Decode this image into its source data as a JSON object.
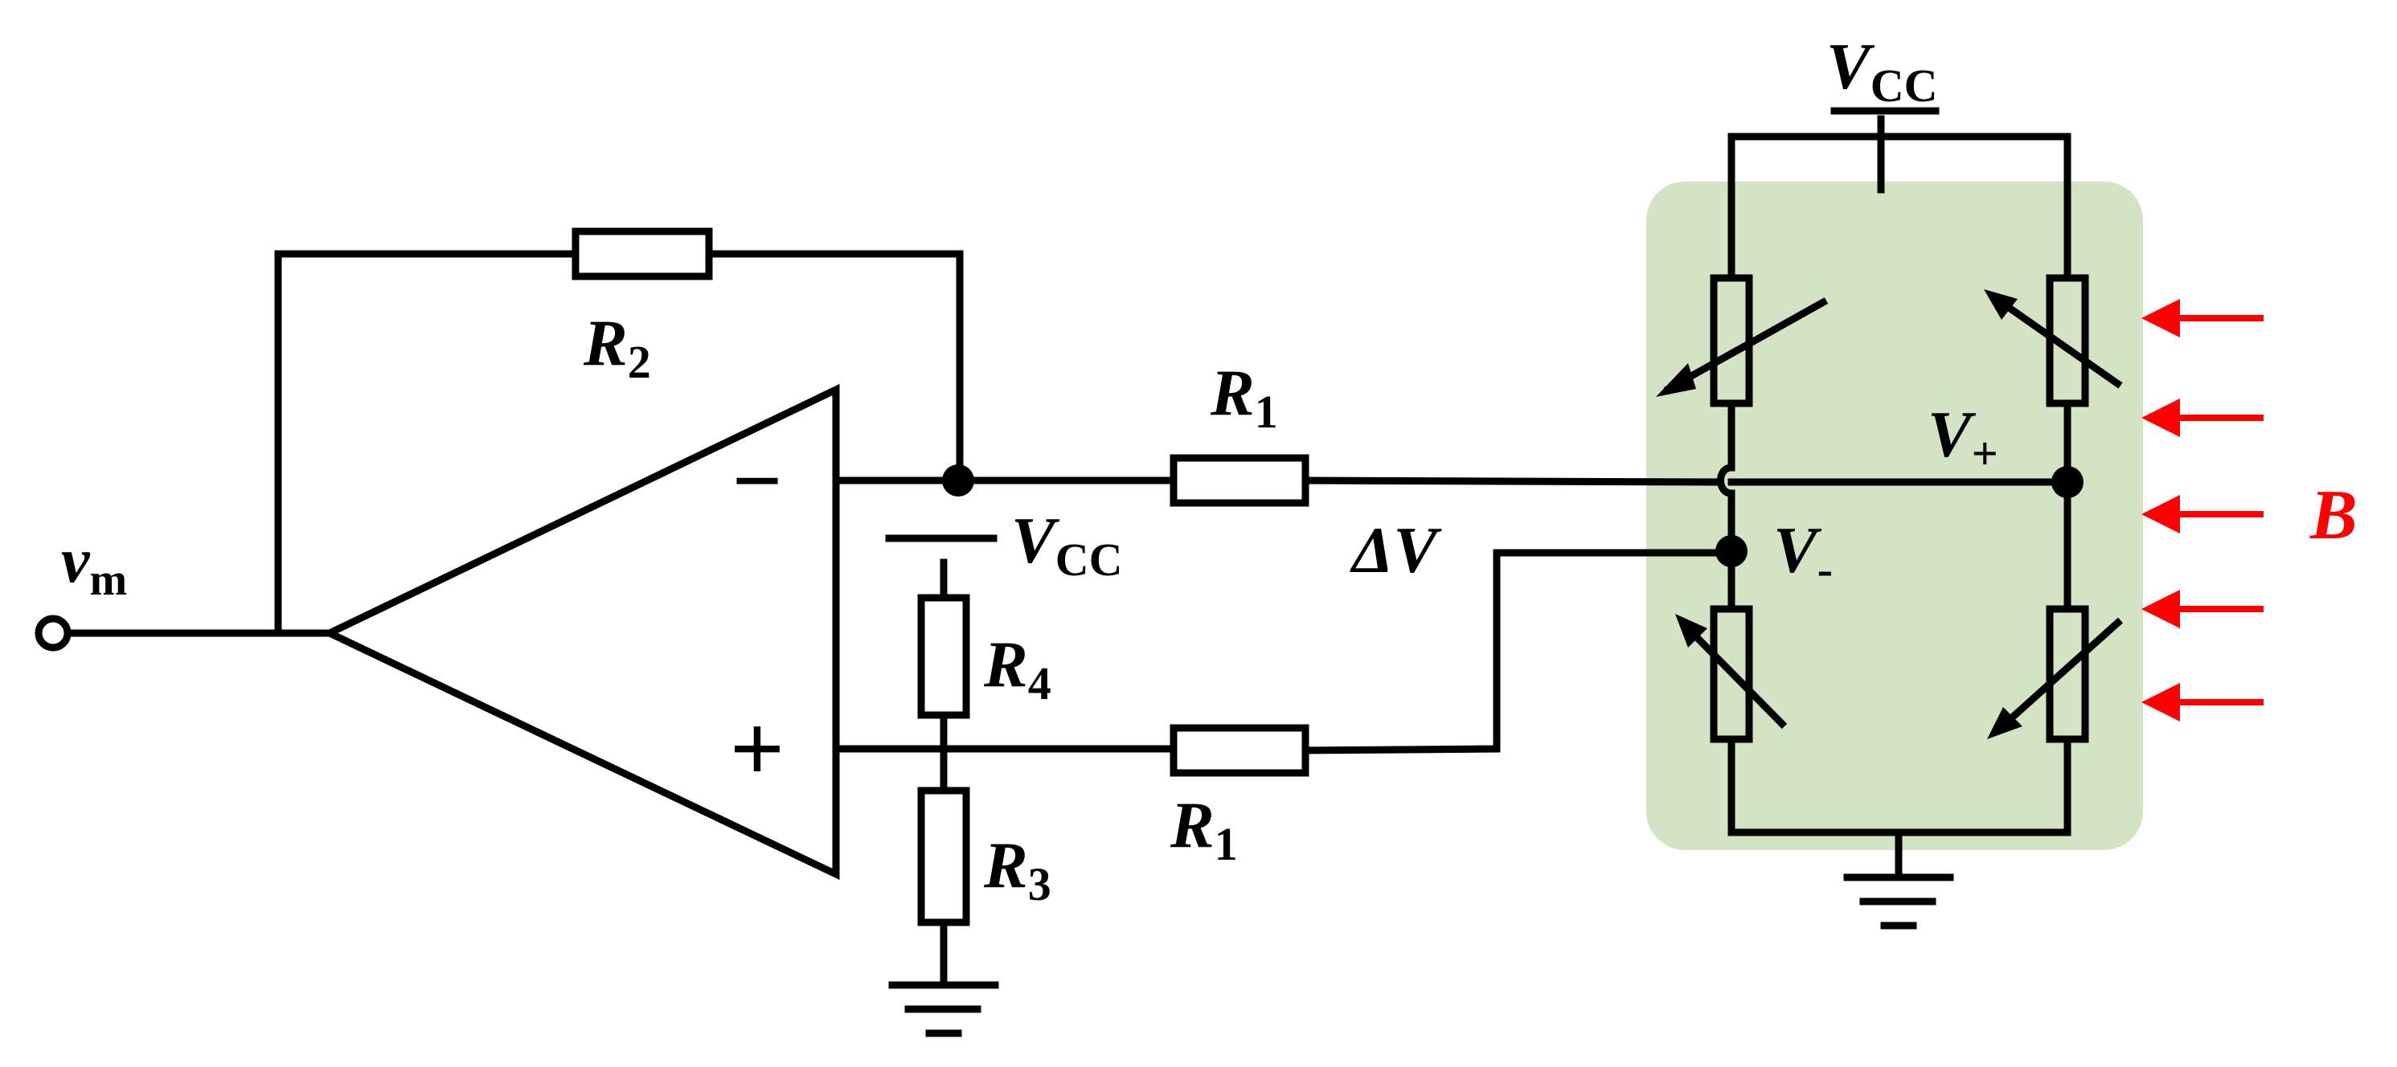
{
  "labels": {
    "output": {
      "main": "v",
      "sub": "m"
    },
    "feedback_resistor": {
      "main": "R",
      "sub": "2"
    },
    "input_resistor_top": {
      "main": "R",
      "sub": "1"
    },
    "input_resistor_bottom": {
      "main": "R",
      "sub": "1"
    },
    "divider_top_resistor": {
      "main": "R",
      "sub": "4"
    },
    "divider_bottom_resistor": {
      "main": "R",
      "sub": "3"
    },
    "supply_divider": {
      "main": "V",
      "sub": "CC"
    },
    "supply_bridge": {
      "main": "V",
      "sub": "CC"
    },
    "bridge_diff": "ΔV",
    "bridge_plus": {
      "main": "V",
      "sub": "+"
    },
    "bridge_minus": {
      "main": "V",
      "sub": "-"
    },
    "opamp_minus": "−",
    "opamp_plus": "+",
    "magnetic_field": "B"
  },
  "colors": {
    "wire": "#000000",
    "bridge_background": "#d4e3c3",
    "field_arrows": "#ff0000"
  }
}
